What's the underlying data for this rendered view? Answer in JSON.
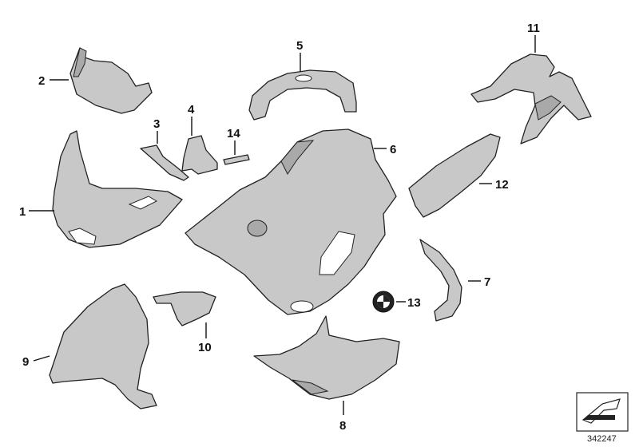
{
  "callouts": [
    "1",
    "2",
    "3",
    "4",
    "5",
    "6",
    "7",
    "8",
    "9",
    "10",
    "11",
    "12",
    "13",
    "14"
  ],
  "reference_number": "342247",
  "colors": {
    "part_fill": "#c8c8c8",
    "outline": "#222222",
    "background": "#ffffff"
  },
  "icons": {
    "brand_emblem": "bmw-roundel-icon",
    "view_direction": "direction-arrow-icon"
  }
}
